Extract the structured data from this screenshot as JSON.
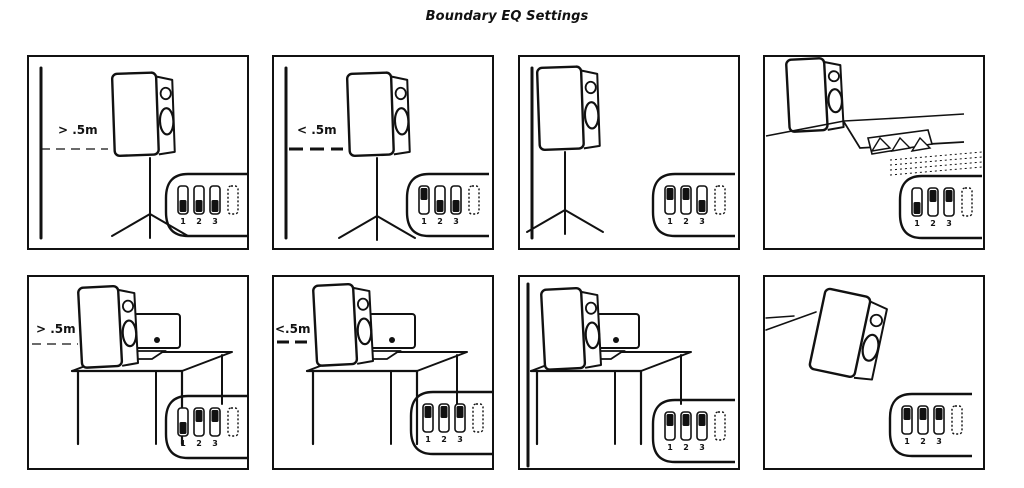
{
  "title": "Boundary EQ Settings",
  "panels": [
    {
      "scene": "stand-wall-far",
      "distance_label": "> .5m",
      "switches": [
        {
          "label": "1",
          "state": "down"
        },
        {
          "label": "2",
          "state": "down"
        },
        {
          "label": "3",
          "state": "down"
        }
      ]
    },
    {
      "scene": "stand-wall-near",
      "distance_label": "< .5m",
      "switches": [
        {
          "label": "1",
          "state": "up"
        },
        {
          "label": "2",
          "state": "down"
        },
        {
          "label": "3",
          "state": "down"
        }
      ]
    },
    {
      "scene": "stand-corner",
      "distance_label": "",
      "switches": [
        {
          "label": "1",
          "state": "up"
        },
        {
          "label": "2",
          "state": "up"
        },
        {
          "label": "3",
          "state": "down"
        }
      ]
    },
    {
      "scene": "console",
      "distance_label": "",
      "switches": [
        {
          "label": "1",
          "state": "down"
        },
        {
          "label": "2",
          "state": "up"
        },
        {
          "label": "3",
          "state": "up"
        }
      ]
    },
    {
      "scene": "desk-wall-far",
      "distance_label": "> .5m",
      "switches": [
        {
          "label": "1",
          "state": "down"
        },
        {
          "label": "2",
          "state": "up"
        },
        {
          "label": "3",
          "state": "up"
        }
      ]
    },
    {
      "scene": "desk-wall-near",
      "distance_label": "<.5m",
      "switches": [
        {
          "label": "1",
          "state": "up"
        },
        {
          "label": "2",
          "state": "up"
        },
        {
          "label": "3",
          "state": "up"
        }
      ]
    },
    {
      "scene": "desk-corner",
      "distance_label": "",
      "switches": [
        {
          "label": "1",
          "state": "up"
        },
        {
          "label": "2",
          "state": "up"
        },
        {
          "label": "3",
          "state": "up"
        }
      ]
    },
    {
      "scene": "wall-mount",
      "distance_label": "",
      "switches": [
        {
          "label": "1",
          "state": "up"
        },
        {
          "label": "2",
          "state": "up"
        },
        {
          "label": "3",
          "state": "up"
        }
      ]
    }
  ]
}
